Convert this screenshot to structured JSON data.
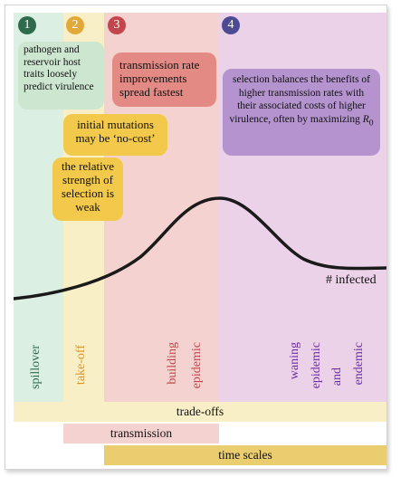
{
  "stages": [
    {
      "number": "1",
      "label": "spillover"
    },
    {
      "number": "2",
      "label": "take-off"
    },
    {
      "number": "3",
      "label_lines": [
        "building",
        "epidemic"
      ]
    },
    {
      "number": "4",
      "label_lines": [
        "waning",
        "epidemic",
        "and",
        "endemic"
      ]
    }
  ],
  "boxes": {
    "reservoir": "pathogen and reservoir host traits loosely predict virulence",
    "transmission_rate": "transmission rate improvements spread fastest",
    "mutations": "initial mutations may be ‘no-cost’",
    "selection_weak": "the relative strength of selection is weak",
    "selection_balances": "selection balances the benefits of higher transmission rates with their associated costs of higher virulence, often by maximizing",
    "r0_symbol": "R",
    "r0_sub": "0"
  },
  "curve_label": "# infected",
  "bars": {
    "trade_offs": "trade-offs",
    "transmission": "transmission",
    "time_scales": "time scales"
  },
  "colors": {
    "stage1": "#dcefe3",
    "stage2": "#f8efc6",
    "stage3": "#f4d2d0",
    "stage4": "#ecd2e8"
  }
}
